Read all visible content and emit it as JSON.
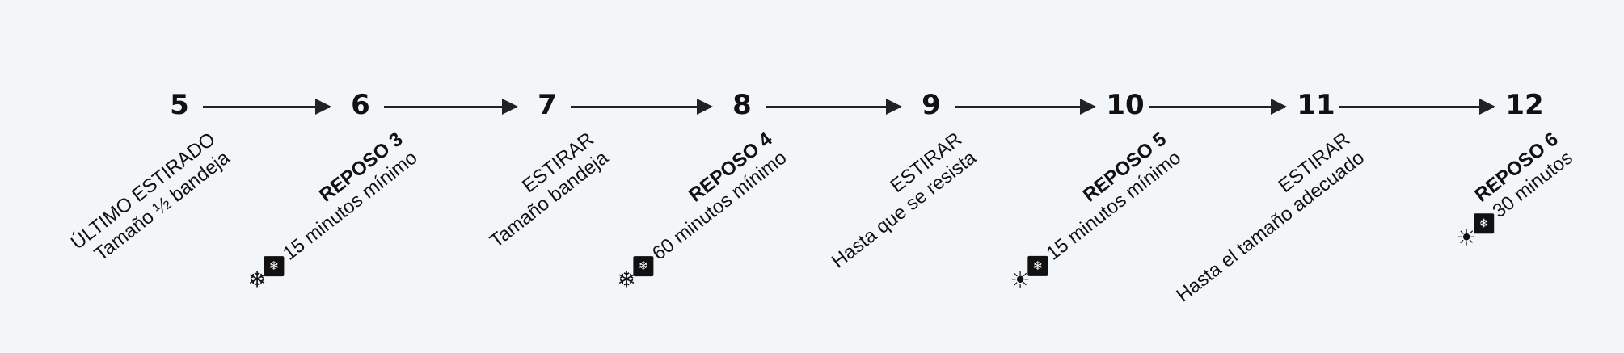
{
  "steps": [
    "5",
    "6",
    "7",
    "8",
    "9",
    "10",
    "11",
    "12"
  ],
  "labels": [
    {
      "line1": "ÚLTIMO ESTIRADO",
      "line2": "Tamaño ½ bandeja"
    },
    {
      "title": "REPOSO 3",
      "line2": "15 minutos mínimo",
      "temp_icon": "snowflake-icon",
      "fridge_icon": "fridge-icon"
    },
    {
      "line1": "ESTIRAR",
      "line2": "Tamaño bandeja"
    },
    {
      "title": "REPOSO 4",
      "line2": "60 minutos mínimo",
      "temp_icon": "snowflake-icon",
      "fridge_icon": "fridge-icon"
    },
    {
      "line1": "ESTIRAR",
      "line2": "Hasta que se resista"
    },
    {
      "title": "REPOSO 5",
      "line2": "15 minutos mínimo",
      "temp_icon": "sun-icon",
      "fridge_icon": "fridge-icon"
    },
    {
      "line1": "ESTIRAR",
      "line2": "Hasta el tamaño adecuado"
    },
    {
      "title": "REPOSO 6",
      "line2": "30 minutos",
      "temp_icon": "sun-icon",
      "fridge_icon": "fridge-icon"
    }
  ],
  "colors": {
    "background": "#f2f6f9",
    "ink": "#111111"
  }
}
